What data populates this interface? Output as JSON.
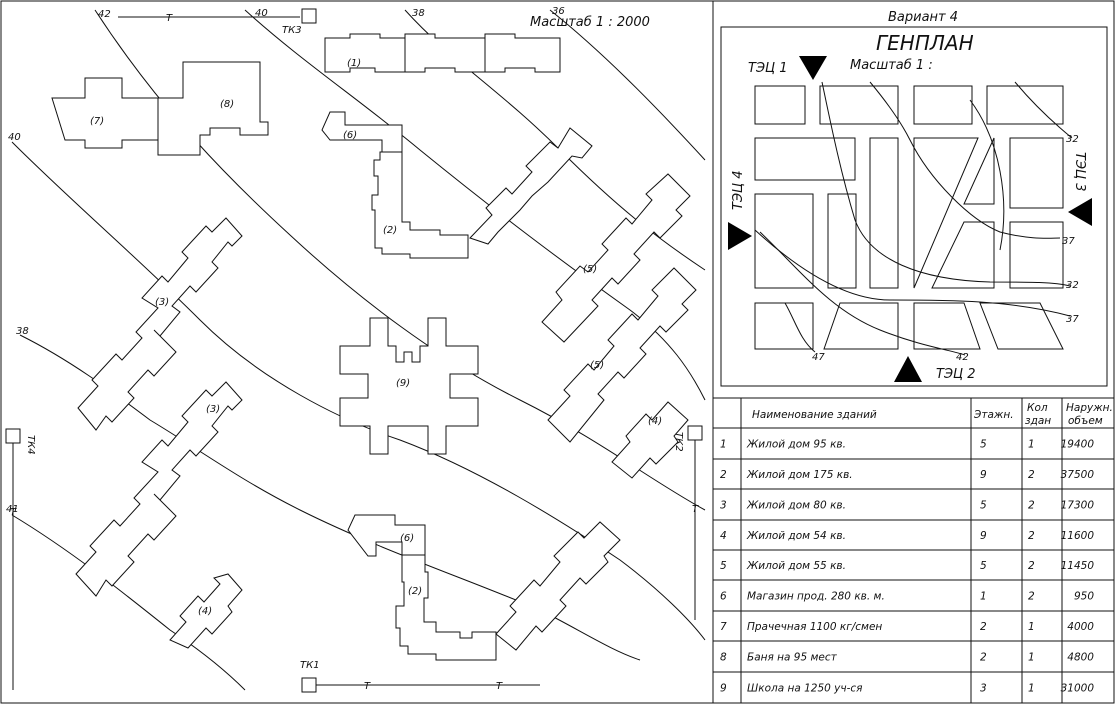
{
  "map": {
    "scale_label": "Масштаб 1 : 2000",
    "contours": [
      "42",
      "40",
      "38",
      "36",
      "40",
      "38",
      "41"
    ],
    "pipe_mark": "Т",
    "nodes": [
      "ТК1",
      "ТК2",
      "ТК3",
      "ТК4"
    ],
    "building_labels": [
      "(1)",
      "(2)",
      "(2)",
      "(3)",
      "(3)",
      "(4)",
      "(4)",
      "(5)",
      "(5)",
      "(6)",
      "(6)",
      "(7)",
      "(8)",
      "(9)"
    ]
  },
  "inset": {
    "variant": "Вариант 4",
    "title": "ГЕНПЛАН",
    "scale_label": "Масштаб 1 :",
    "sources": [
      "ТЭЦ 1",
      "ТЭЦ 2",
      "ТЭЦ 3",
      "ТЭЦ 4"
    ],
    "contours": [
      "32",
      "37",
      "32",
      "37",
      "42",
      "47"
    ]
  },
  "table": {
    "headers": [
      "Наименование зданий",
      "Этажн.",
      "Кол здан",
      "Наружн. объем"
    ],
    "rows": [
      {
        "n": "1",
        "name": "Жилой дом 95 кв.",
        "floors": "5",
        "count": "1",
        "volume": "19400"
      },
      {
        "n": "2",
        "name": "Жилой дом 175 кв.",
        "floors": "9",
        "count": "2",
        "volume": "37500"
      },
      {
        "n": "3",
        "name": "Жилой дом 80 кв.",
        "floors": "5",
        "count": "2",
        "volume": "17300"
      },
      {
        "n": "4",
        "name": "Жилой дом 54 кв.",
        "floors": "9",
        "count": "2",
        "volume": "11600"
      },
      {
        "n": "5",
        "name": "Жилой дом 55 кв.",
        "floors": "5",
        "count": "2",
        "volume": "11450"
      },
      {
        "n": "6",
        "name": "Магазин прод. 280 кв. м.",
        "floors": "1",
        "count": "2",
        "volume": "950"
      },
      {
        "n": "7",
        "name": "Прачечная 1100 кг/смен",
        "floors": "2",
        "count": "1",
        "volume": "4000"
      },
      {
        "n": "8",
        "name": "Баня на 95 мест",
        "floors": "2",
        "count": "1",
        "volume": "4800"
      },
      {
        "n": "9",
        "name": "Школа на 1250 уч-ся",
        "floors": "3",
        "count": "1",
        "volume": "31000"
      }
    ]
  }
}
